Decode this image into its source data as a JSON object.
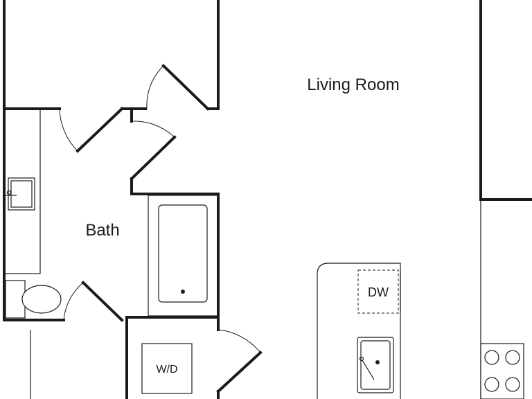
{
  "rooms": {
    "living_room": "Living Room",
    "bath": "Bath"
  },
  "appliances": {
    "dishwasher": "DW",
    "washer_dryer": "W/D"
  }
}
